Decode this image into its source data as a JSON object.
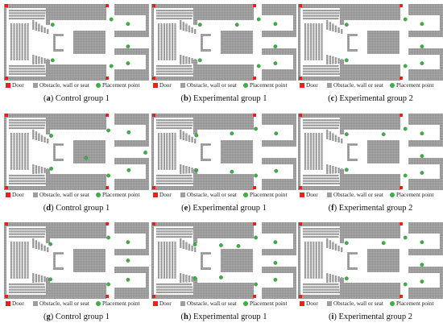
{
  "colors": {
    "floor": "#ffffff",
    "obstacle": "#9e9e9e",
    "door": "#e3231c",
    "placement": "#3fae49",
    "placement_edge": "#2b7d33"
  },
  "legend": {
    "door": "Door",
    "obstacle": "Obstacle, wall or seat",
    "placement": "Placement point"
  },
  "panels": [
    {
      "letter": "(a)",
      "caption": "Control group 1",
      "placement_points": [
        [
          0.335,
          0.27
        ],
        [
          0.335,
          0.735
        ],
        [
          0.74,
          0.2
        ],
        [
          0.74,
          0.81
        ],
        [
          0.855,
          0.26
        ],
        [
          0.855,
          0.555
        ],
        [
          0.855,
          0.775
        ]
      ]
    },
    {
      "letter": "(b)",
      "caption": "Experimental group 1",
      "placement_points": [
        [
          0.335,
          0.27
        ],
        [
          0.335,
          0.735
        ],
        [
          0.59,
          0.27
        ],
        [
          0.74,
          0.2
        ],
        [
          0.74,
          0.81
        ],
        [
          0.855,
          0.26
        ],
        [
          0.855,
          0.555
        ],
        [
          0.855,
          0.775
        ]
      ]
    },
    {
      "letter": "(c)",
      "caption": "Experimental group 2",
      "placement_points": [
        [
          0.335,
          0.27
        ],
        [
          0.335,
          0.735
        ],
        [
          0.74,
          0.2
        ],
        [
          0.74,
          0.81
        ],
        [
          0.855,
          0.26
        ],
        [
          0.855,
          0.555
        ],
        [
          0.855,
          0.775
        ]
      ]
    },
    {
      "letter": "(d)",
      "caption": "Control group 1",
      "placement_points": [
        [
          0.325,
          0.29
        ],
        [
          0.325,
          0.72
        ],
        [
          0.565,
          0.58
        ],
        [
          0.72,
          0.22
        ],
        [
          0.72,
          0.81
        ],
        [
          0.86,
          0.245
        ],
        [
          0.86,
          0.74
        ],
        [
          0.975,
          0.51
        ]
      ]
    },
    {
      "letter": "(e)",
      "caption": "Experimental group 1",
      "placement_points": [
        [
          0.31,
          0.285
        ],
        [
          0.31,
          0.74
        ],
        [
          0.555,
          0.26
        ],
        [
          0.555,
          0.76
        ],
        [
          0.72,
          0.2
        ],
        [
          0.72,
          0.81
        ],
        [
          0.86,
          0.26
        ],
        [
          0.86,
          0.75
        ]
      ]
    },
    {
      "letter": "(f)",
      "caption": "Experimental group 2",
      "placement_points": [
        [
          0.335,
          0.27
        ],
        [
          0.335,
          0.735
        ],
        [
          0.59,
          0.27
        ],
        [
          0.74,
          0.2
        ],
        [
          0.74,
          0.81
        ],
        [
          0.855,
          0.26
        ],
        [
          0.855,
          0.555
        ],
        [
          0.855,
          0.775
        ]
      ]
    },
    {
      "letter": "(g)",
      "caption": "Control group 1",
      "placement_points": [
        [
          0.32,
          0.285
        ],
        [
          0.32,
          0.745
        ],
        [
          0.72,
          0.2
        ],
        [
          0.72,
          0.81
        ],
        [
          0.855,
          0.26
        ],
        [
          0.855,
          0.5
        ],
        [
          0.855,
          0.75
        ]
      ]
    },
    {
      "letter": "(h)",
      "caption": "Experimental group 1",
      "placement_points": [
        [
          0.3,
          0.29
        ],
        [
          0.3,
          0.73
        ],
        [
          0.48,
          0.3
        ],
        [
          0.48,
          0.72
        ],
        [
          0.6,
          0.31
        ],
        [
          0.72,
          0.2
        ],
        [
          0.72,
          0.81
        ],
        [
          0.855,
          0.26
        ],
        [
          0.855,
          0.53
        ],
        [
          0.855,
          0.75
        ]
      ]
    },
    {
      "letter": "(i)",
      "caption": "Experimental group 2",
      "placement_points": [
        [
          0.335,
          0.27
        ],
        [
          0.335,
          0.735
        ],
        [
          0.59,
          0.27
        ],
        [
          0.74,
          0.2
        ],
        [
          0.74,
          0.81
        ],
        [
          0.855,
          0.26
        ],
        [
          0.855,
          0.555
        ],
        [
          0.855,
          0.775
        ]
      ]
    }
  ]
}
